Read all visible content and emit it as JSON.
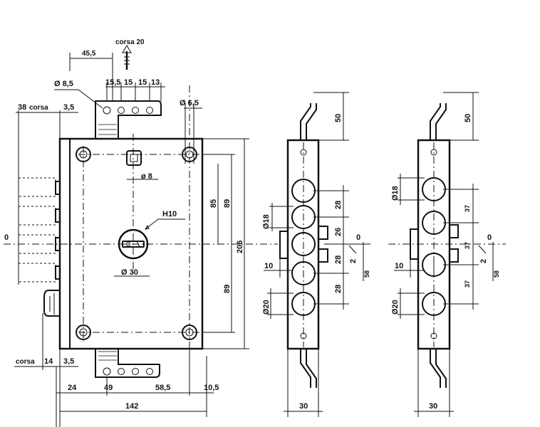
{
  "top": {
    "corsa_label": "corsa 20",
    "dim_45_5": "45,5",
    "phi_8_5": "Ø 8,5",
    "dim_15_5": "15,5",
    "dim_15a": "15",
    "dim_15b": "15",
    "dim_13": "13",
    "phi_6_5": "Ø 6,5"
  },
  "left": {
    "dim_38": "38",
    "corsa_top": "corsa",
    "dim_3_5_top": "3,5",
    "zero": "0",
    "corsa_bottom": "corsa",
    "dim_14": "14",
    "dim_3_5_bottom": "3,5"
  },
  "body": {
    "phi_8": "ø 8",
    "h10": "H10",
    "phi_30": "Ø 30",
    "dim_85": "85",
    "dim_89_top": "89",
    "dim_206": "206",
    "dim_89_bottom": "89"
  },
  "bottom": {
    "dim_24": "24",
    "dim_49": "49",
    "dim_58_5": "58,5",
    "dim_10_5": "10,5",
    "dim_142": "142"
  },
  "rail1": {
    "dim_50": "50",
    "phi_18": "Ø18",
    "dim_28_a": "28",
    "dim_26": "26",
    "zero": "0",
    "dim_28_b": "28",
    "dim_2": "2",
    "dim_58": "58",
    "dim_10": "10",
    "dim_28_c": "28",
    "phi_20": "Ø20",
    "dim_30": "30"
  },
  "rail2": {
    "dim_50": "50",
    "phi_18": "Ø18",
    "dim_37_a": "37",
    "dim_37_b": "37",
    "zero": "0",
    "dim_2": "2",
    "dim_58": "58",
    "dim_10": "10",
    "dim_37_c": "37",
    "phi_20": "Ø20",
    "dim_30": "30"
  }
}
